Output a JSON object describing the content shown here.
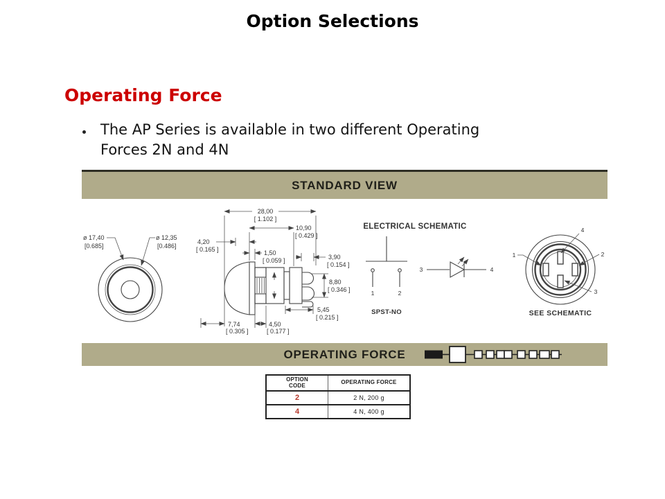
{
  "slide": {
    "title": "Option Selections",
    "section_heading": "Operating Force",
    "bullet_line1": "The AP Series is available in two different Operating",
    "bullet_line2": "Forces 2N and 4N"
  },
  "panels": {
    "standard_view": "STANDARD VIEW",
    "operating_force": "OPERATING FORCE"
  },
  "front_view": {
    "outer_dia_mm": "ø 17,40",
    "outer_dia_in": "[0.685]",
    "button_dia_mm": "ø 12,35",
    "button_dia_in": "[0.486]"
  },
  "side_view": {
    "dims": [
      {
        "mm": "28,00",
        "in": "[ 1.102 ]"
      },
      {
        "mm": "10,90",
        "in": "[ 0.429 ]"
      },
      {
        "mm": "4,20",
        "in": "[ 0.165 ]"
      },
      {
        "mm": "1,50",
        "in": "[ 0.059 ]"
      },
      {
        "mm": "3,90",
        "in": "[ 0.154 ]"
      },
      {
        "mm": "8,80",
        "in": "[ 0.346 ]"
      },
      {
        "mm": "5,45",
        "in": "[ 0.215 ]"
      },
      {
        "mm": "7,74",
        "in": "[ 0.305 ]"
      },
      {
        "mm": "4,50",
        "in": "[ 0.177 ]"
      }
    ]
  },
  "schematic": {
    "title": "ELECTRICAL SCHEMATIC",
    "switch_type": "SPST-NO",
    "pins": {
      "p1": "1",
      "p2": "2",
      "p3": "3",
      "p4": "4"
    }
  },
  "rear_view": {
    "note": "SEE SCHEMATIC",
    "pins": {
      "p1": "1",
      "p2": "2",
      "p3": "3",
      "p4": "4"
    }
  },
  "option_table": {
    "col1_header_line1": "OPTION",
    "col1_header_line2": "CODE",
    "col2_header": "OPERATING FORCE",
    "rows": [
      {
        "code": "2",
        "force": "2 N, 200 g"
      },
      {
        "code": "4",
        "force": "4 N, 400 g"
      }
    ]
  },
  "colors": {
    "heading_red": "#cc0000",
    "code_red": "#b5392c",
    "band_tan": "#b0ab8a",
    "drawing_line": "#444444"
  }
}
